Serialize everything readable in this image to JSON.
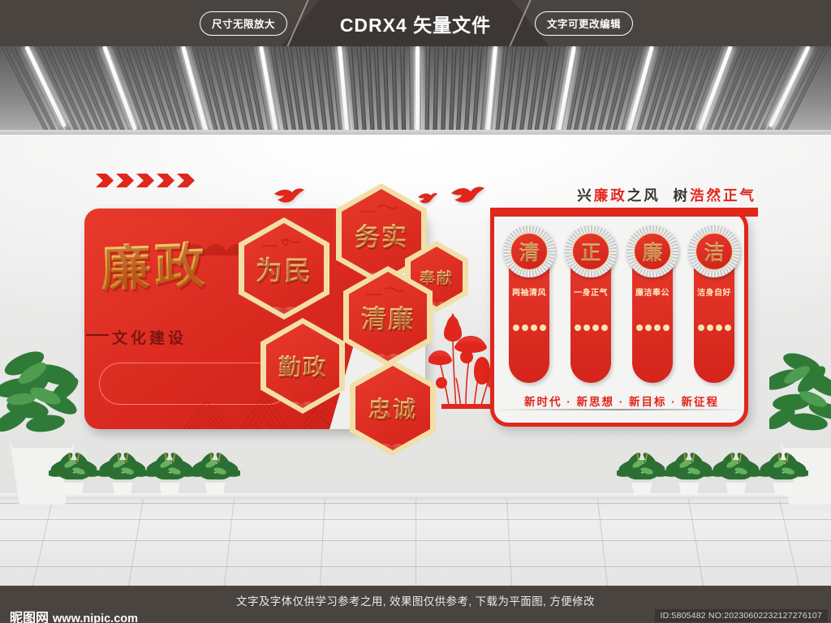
{
  "topbar": {
    "title": "CDRX4 矢量文件",
    "left_pill": "尺寸无限放大",
    "right_pill": "文字可更改编辑"
  },
  "artwork": {
    "left_panel": {
      "main_title": "廉政",
      "sub_title": "文化建设",
      "chevron_count": 5
    },
    "hexagons": [
      {
        "label": "为民"
      },
      {
        "label": "务实"
      },
      {
        "label": "奉献"
      },
      {
        "label": "清廉"
      },
      {
        "label": "勤政"
      },
      {
        "label": "忠诚"
      }
    ],
    "headline": [
      {
        "text": "兴",
        "tone": "dark"
      },
      {
        "text": "廉政",
        "tone": "red"
      },
      {
        "text": "之风",
        "tone": "dark"
      },
      {
        "text": "树",
        "tone": "dark"
      },
      {
        "text": "浩然正气",
        "tone": "red"
      }
    ],
    "headline_plain": "兴廉政之风  树浩然正气",
    "columns": [
      {
        "char": "清",
        "caption": "两袖清风",
        "dots": 4
      },
      {
        "char": "正",
        "caption": "一身正气",
        "dots": 4
      },
      {
        "char": "廉",
        "caption": "廉洁奉公",
        "dots": 4
      },
      {
        "char": "洁",
        "caption": "洁身自好",
        "dots": 4
      }
    ],
    "bottom_slogan": "新时代 · 新思想 · 新目标 · 新征程"
  },
  "scene": {
    "left_small_plants": 4,
    "right_small_plants": 4,
    "ceiling_light_count": 11
  },
  "footer": {
    "note": "文字及字体仅供学习参考之用, 效果图仅供参考, 下载为平面图, 方便修改",
    "logo_cn": "昵图网",
    "logo_url": "www.nipic.com",
    "id_text": "ID:5805482 NO:20230602232127276107"
  },
  "colors": {
    "red": "#e1261c",
    "deep_red": "#cc2018",
    "gold": "#e0b23c",
    "cream": "#f2dfa8",
    "bar": "#4a4440"
  }
}
